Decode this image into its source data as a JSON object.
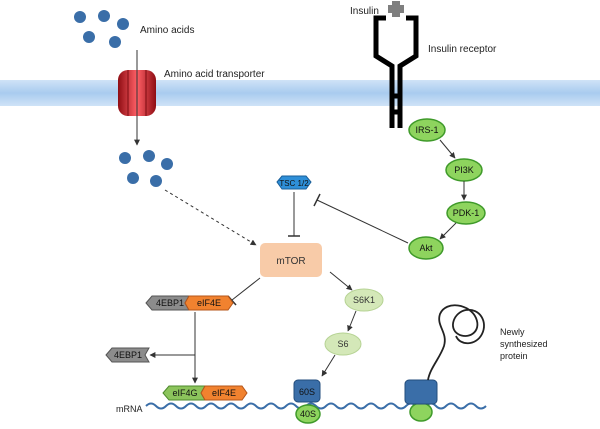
{
  "labels": {
    "amino_acids": "Amino acids",
    "amino_acid_transporter": "Amino acid transporter",
    "insulin": "Insulin",
    "insulin_receptor": "Insulin receptor",
    "irs1": "IRS-1",
    "pi3k": "PI3K",
    "pdk1": "PDK-1",
    "akt": "Akt",
    "tsc": "TSC 1/2",
    "mtor": "mTOR",
    "s6k1": "S6K1",
    "s6": "S6",
    "ebp1_bound": "4EBP1",
    "eif4e_bound": "eIF4E",
    "ebp1_free": "4EBP1",
    "eif4g": "eIF4G",
    "eif4e_active": "eIF4E",
    "ribosome_60s": "60S",
    "ribosome_40s": "40S",
    "mrna": "mRNA",
    "new_protein_line1": "Newly",
    "new_protein_line2": "synthesized",
    "new_protein_line3": "protein"
  },
  "colors": {
    "membrane": "#b9d6f3",
    "amino_acid": "#3a6ea8",
    "transporter": "#d0232a",
    "receptor": "#000000",
    "insulin": "#7f7f7f",
    "green_node_fill": "#8ed45e",
    "green_node_stroke": "#3f9a2a",
    "tsc_fill": "#2e8fd8",
    "mtor_fill": "#f8cba8",
    "s6_fill": "#d4e8b8",
    "ebp1_fill": "#8c8c8c",
    "eif4e_fill": "#f1822f",
    "eif4g_fill": "#8cc45c",
    "ribosome_fill": "#3a6ea8",
    "mrna_stroke": "#3a6ea8"
  }
}
